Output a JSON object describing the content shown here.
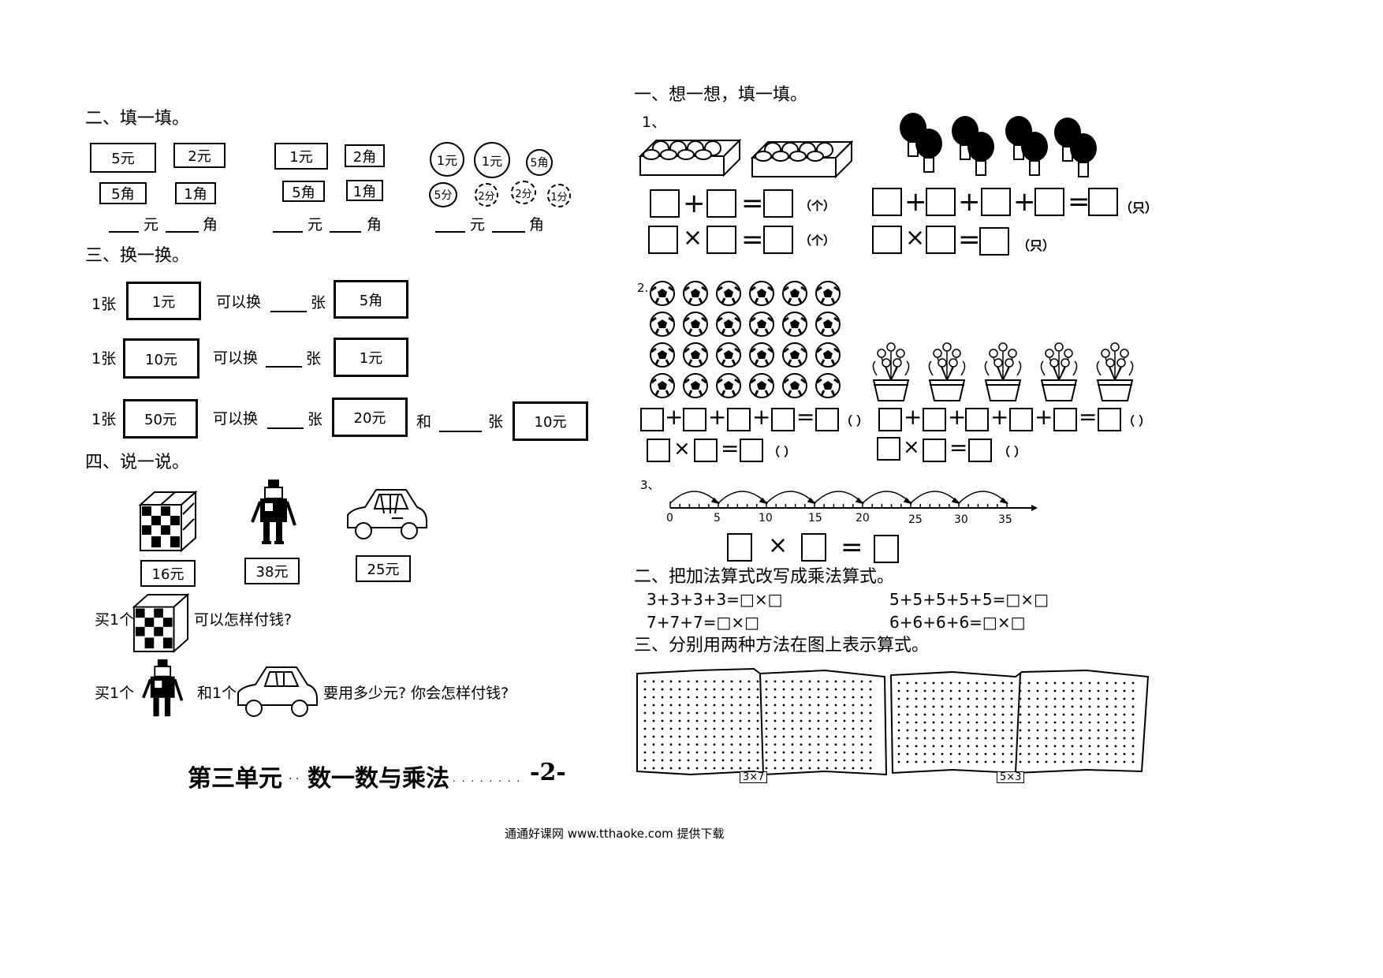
{
  "left": {
    "sec2": {
      "heading": "二、填一填。",
      "groups": [
        {
          "notes": [
            "5元",
            "2元",
            "5角",
            "1角"
          ],
          "yuan": "元",
          "jiao": "角"
        },
        {
          "notes": [
            "1元",
            "2角",
            "5角",
            "1角"
          ],
          "yuan": "元",
          "jiao": "角"
        },
        {
          "coins": [
            "1元",
            "1元",
            "5角",
            "5分",
            "2分",
            "2分",
            "1分"
          ],
          "yuan": "元",
          "jiao": "角"
        }
      ]
    },
    "sec3": {
      "heading": "三、换一换。",
      "rows": [
        {
          "count": "1张",
          "note": "1元",
          "can": "可以换",
          "zhang": "张",
          "target": "5角"
        },
        {
          "count": "1张",
          "note": "10元",
          "can": "可以换",
          "zhang": "张",
          "target": "1元"
        },
        {
          "count": "1张",
          "note": "50元",
          "can": "可以换",
          "zhang": "张",
          "target": "20元",
          "and": "和",
          "zhang2": "张",
          "target2": "10元"
        }
      ]
    },
    "sec4": {
      "heading": "四、说一说。",
      "prices": [
        "16元",
        "38元",
        "25元"
      ],
      "q1_buy": "买1个",
      "q1_text": "可以怎样付钱?",
      "q2_buy": "买1个",
      "q2_and": "和1个",
      "q2_text": "要用多少元? 你会怎样付钱?"
    },
    "footer": {
      "unit_title": "第三单元",
      "dots1": ". .",
      "chapter": "数一数与乘法",
      "dots2": ". . . . . . . .",
      "page": "-2-"
    }
  },
  "right": {
    "sec1": {
      "heading": "一、想一想，填一填。",
      "q1_label": "1、",
      "unit_ge": "（个）",
      "unit_zhi": "（只）",
      "q2_label": "2.",
      "paren": "（  ）",
      "q3_label": "3、",
      "ticks": [
        "0",
        "5",
        "10",
        "15",
        "20",
        "25",
        "30",
        "35"
      ]
    },
    "sec2": {
      "heading": "二、把加法算式改写成乘法算式。",
      "items": [
        "3+3+3+3=□×□",
        "5+5+5+5+5=□×□",
        "7+7+7=□×□",
        "6+6+6+6=□×□"
      ]
    },
    "sec3": {
      "heading": "三、分别用两种方法在图上表示算式。",
      "labels": [
        "3×7",
        "5×3"
      ]
    }
  },
  "credit": "通通好课网  www.tthaoke.com  提供下载"
}
